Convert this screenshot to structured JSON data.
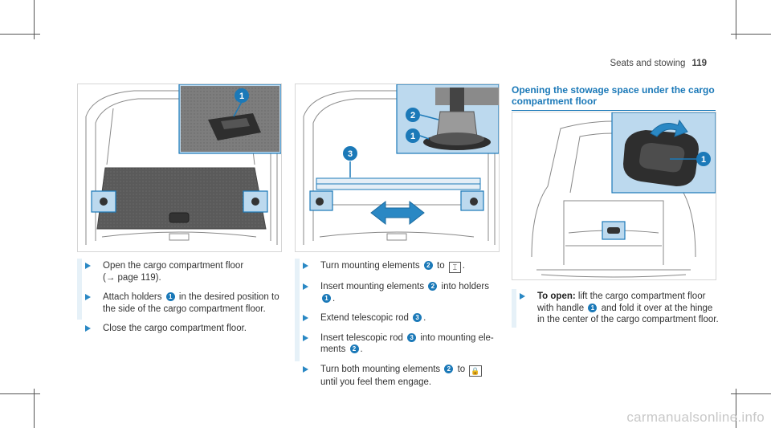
{
  "header": {
    "section": "Seats and stowing",
    "page": "119"
  },
  "figures": {
    "fig1": {
      "callout": "1"
    },
    "fig2": {
      "callout1": "1",
      "callout2": "2",
      "callout3": "3"
    },
    "fig3": {
      "callout": "1"
    }
  },
  "column1": {
    "steps": [
      {
        "text": "Open the cargo compartment floor",
        "text2": "(→ page 119)."
      },
      {
        "a": "Attach holders",
        "n": "1",
        "b": "in the desired position to",
        "c": "the side of the cargo compartment floor."
      },
      {
        "text": "Close the cargo compartment floor."
      }
    ]
  },
  "column2": {
    "steps": [
      {
        "a": "Turn mounting elements",
        "n": "2",
        "b": "to",
        "sym": "⌶",
        "c": "."
      },
      {
        "a": "Insert mounting elements",
        "n": "2",
        "b": "into holders",
        "n2": "1",
        "c": "."
      },
      {
        "a": "Extend telescopic rod",
        "n": "3",
        "c": "."
      },
      {
        "a": "Insert telescopic rod",
        "n": "3",
        "b": "into mounting ele-",
        "c": "ments",
        "n2": "2",
        "d": "."
      },
      {
        "a": "Turn both mounting elements",
        "n": "2",
        "b": "to",
        "sym": "🔒",
        "c": "until you feel them engage."
      }
    ]
  },
  "column3": {
    "heading_line1": "Opening the stowage space under the cargo",
    "heading_line2": "compartment floor",
    "step": {
      "bold": "To open:",
      "a": "lift the cargo compartment floor",
      "b": "with handle",
      "n": "1",
      "c": "and fold it over at the hinge",
      "d": "in the center of the cargo compartment floor."
    }
  },
  "watermark": "carmanualsonline.info",
  "colors": {
    "accent": "#1b79b8",
    "highlight_fill": "#bcd9ee",
    "crop_marks": "#555555"
  }
}
